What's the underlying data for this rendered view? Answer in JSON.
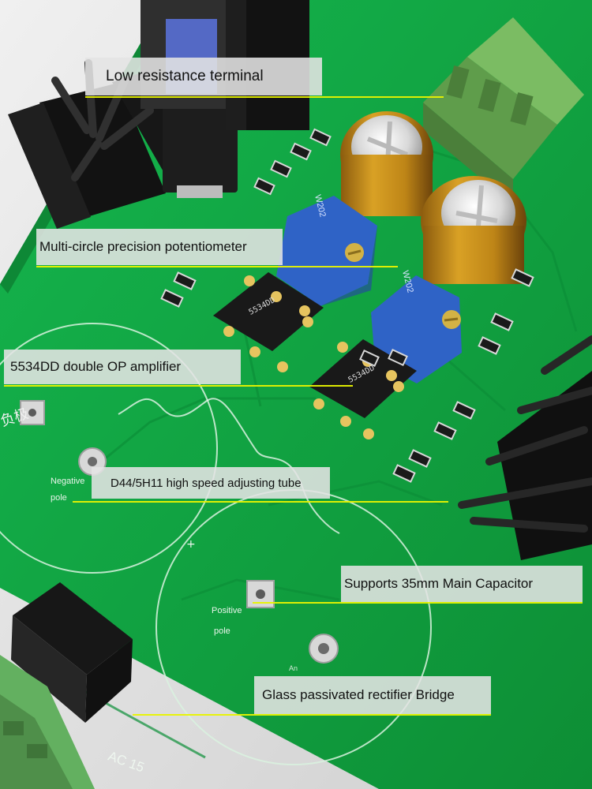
{
  "labels": {
    "low_resistance_terminal": "Low resistance terminal",
    "multi_circle_potentiometer": "Multi-circle precision potentiometer",
    "op_amplifier": "5534DD double OP amplifier",
    "adjusting_tube": "D44/5H11 high speed adjusting tube",
    "main_capacitor": "Supports 35mm Main Capacitor",
    "rectifier_bridge": "Glass passivated rectifier Bridge"
  },
  "board_marks": {
    "negative_line1": "Negative",
    "negative_line2": "pole",
    "positive_line1": "Positive",
    "positive_line2": "pole",
    "partial_text": "An",
    "ac_text": "AC 15",
    "cn_text": "负极"
  },
  "chip_marks": {
    "chip1": "5534DD",
    "chip2": "5534DD",
    "pot1": "W202",
    "pot2": "W202"
  },
  "colors": {
    "pcb": "#18a94b",
    "pcb_dark": "#0f8a36",
    "callout_line": "#e8f500",
    "heatsink": "#1a1a1a",
    "capacitor": "#d39a1d",
    "potentiometer": "#2f63c6",
    "terminal": "#5ea84f"
  }
}
